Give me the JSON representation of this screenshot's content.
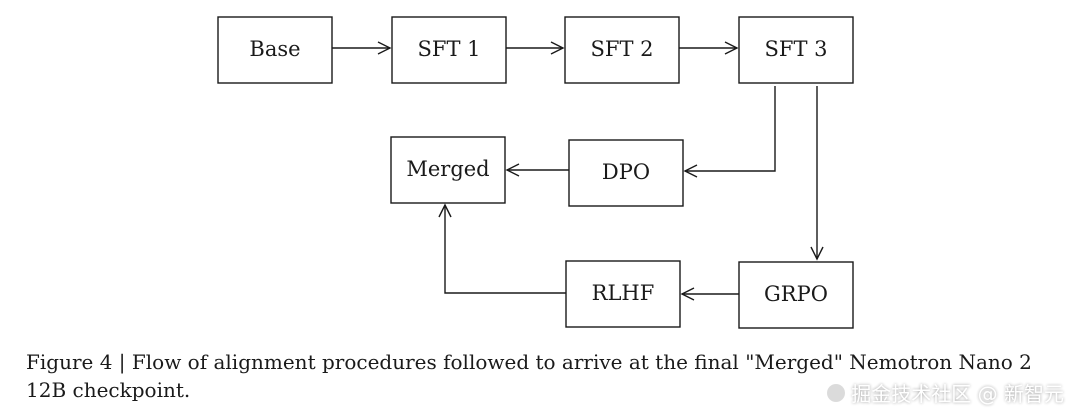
{
  "diagram": {
    "nodes": {
      "base": "Base",
      "sft1": "SFT 1",
      "sft2": "SFT 2",
      "sft3": "SFT 3",
      "merged": "Merged",
      "dpo": "DPO",
      "rlhf": "RLHF",
      "grpo": "GRPO"
    }
  },
  "caption": {
    "line1": "Figure 4 | Flow of alignment procedures followed to arrive at the final \"Merged\" Nemotron Nano 2",
    "line2": "12B checkpoint."
  },
  "watermark": {
    "text": "掘金技术社区 @ 新智元"
  }
}
